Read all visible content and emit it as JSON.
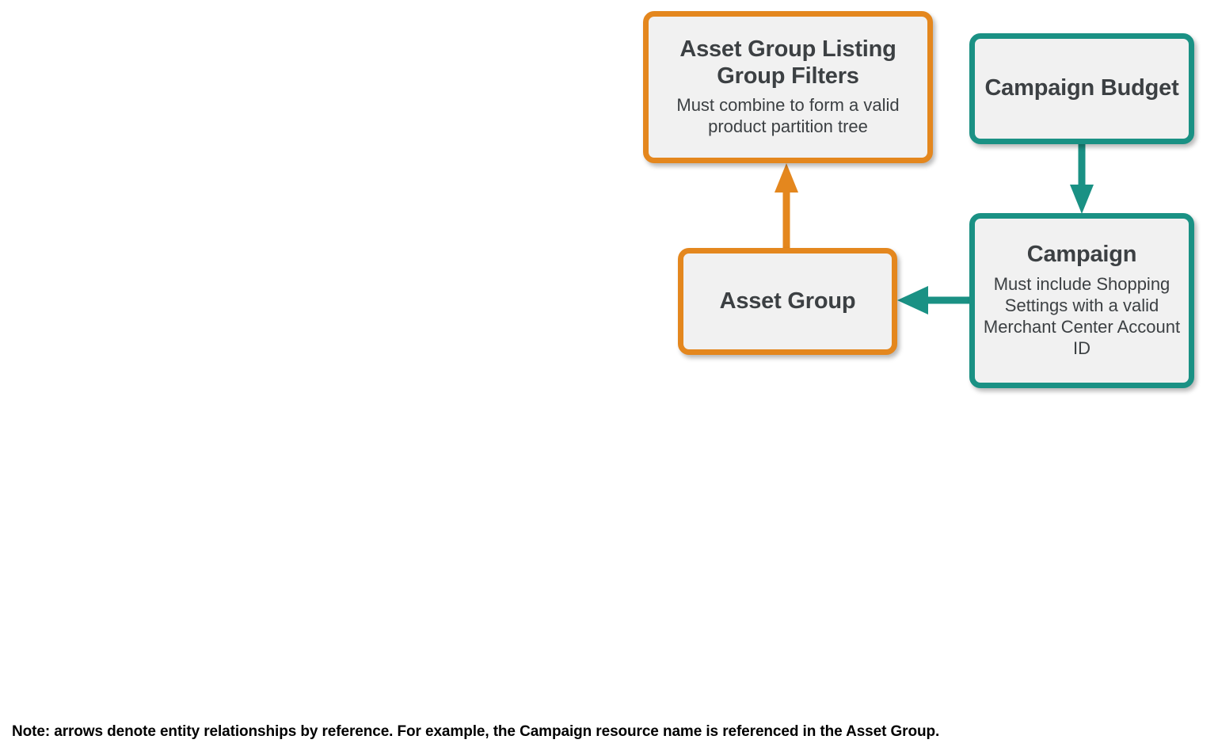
{
  "diagram": {
    "type": "entity-relationship",
    "colors": {
      "orange": "#e4871e",
      "teal": "#1a9184",
      "node_fill": "#f1f1f1",
      "text": "#3c4043",
      "note_text": "#000000",
      "background": "#ffffff"
    },
    "nodes": [
      {
        "id": "asset-group-listing-group-filters",
        "title": "Asset Group Listing Group Filters",
        "description": "Must combine to form a valid product partition tree",
        "color": "orange"
      },
      {
        "id": "campaign-budget",
        "title": "Campaign Budget",
        "description": "",
        "color": "teal"
      },
      {
        "id": "campaign",
        "title": "Campaign",
        "description": "Must include Shopping Settings with a valid Merchant Center Account ID",
        "color": "teal"
      },
      {
        "id": "asset-group",
        "title": "Asset Group",
        "description": "",
        "color": "orange"
      }
    ],
    "edges": [
      {
        "id": "asset-group-to-listing-group-filters",
        "from": "asset-group",
        "to": "asset-group-listing-group-filters",
        "direction": "up",
        "color": "orange"
      },
      {
        "id": "campaign-budget-to-campaign",
        "from": "campaign-budget",
        "to": "campaign",
        "direction": "down",
        "color": "teal"
      },
      {
        "id": "campaign-to-asset-group",
        "from": "campaign",
        "to": "asset-group",
        "direction": "left",
        "color": "teal"
      }
    ]
  },
  "note": {
    "text": "Note: arrows denote entity relationships by reference. For example, the Campaign resource name is referenced in the Asset Group."
  }
}
